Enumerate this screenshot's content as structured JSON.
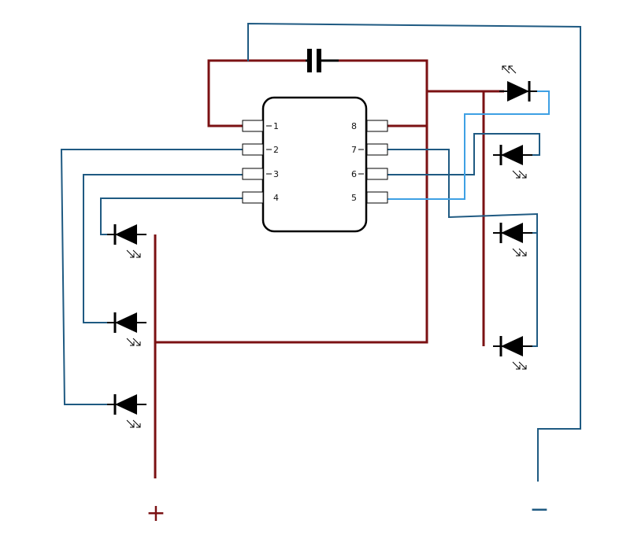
{
  "colors": {
    "positive_wire": "#7b1113",
    "signal_wire": "#1f5a82",
    "light_wire": "#3ea0e4",
    "component": "#000000",
    "chip_fill": "#ffffff"
  },
  "chip": {
    "pins_left": [
      "1",
      "2",
      "3",
      "4"
    ],
    "pins_right": [
      "8",
      "7",
      "6",
      "5"
    ]
  },
  "terminals": {
    "positive": "+",
    "negative": "−"
  },
  "components": {
    "capacitor": "capacitor-icon",
    "receiver_diode": "photodiode-icon",
    "leds": [
      "led-icon",
      "led-icon",
      "led-icon",
      "led-icon",
      "led-icon",
      "led-icon"
    ]
  }
}
